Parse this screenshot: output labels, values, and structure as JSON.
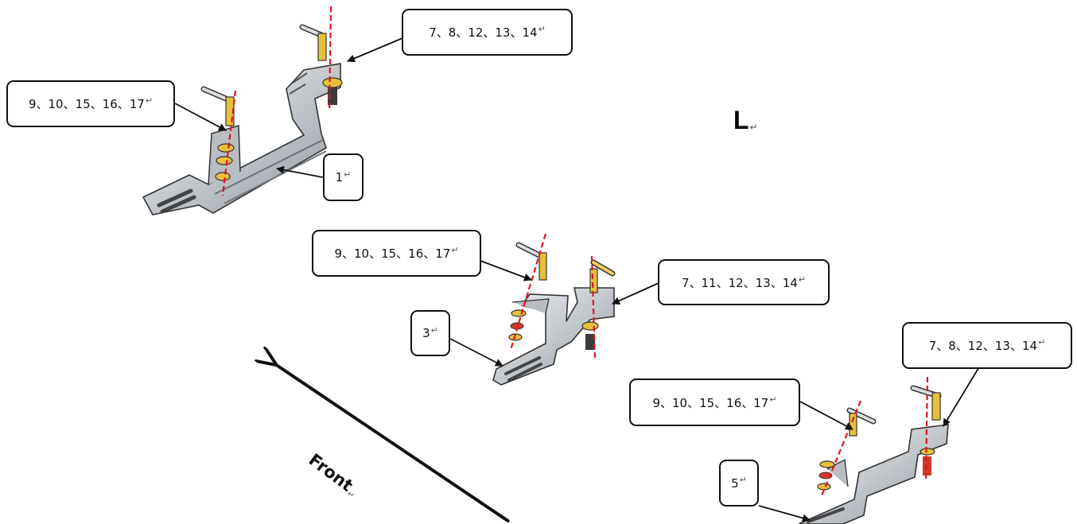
{
  "side_label": "L",
  "direction_label": "Front",
  "return_mark": "↵",
  "callouts": {
    "c1": "7、8、12、13、14",
    "c2": "9、10、15、16、17",
    "c3": "1",
    "c4": "9、10、15、16、17",
    "c5": "7、11、12、13、14",
    "c6": "3",
    "c7": "7、8、12、13、14",
    "c8": "9、10、15、16、17",
    "c9": "5"
  },
  "colors": {
    "metal": "#c9cdd1",
    "metal_dark": "#8a9096",
    "bolt": "#e8c13a",
    "centerline": "#e0141e",
    "outline": "#111111"
  }
}
